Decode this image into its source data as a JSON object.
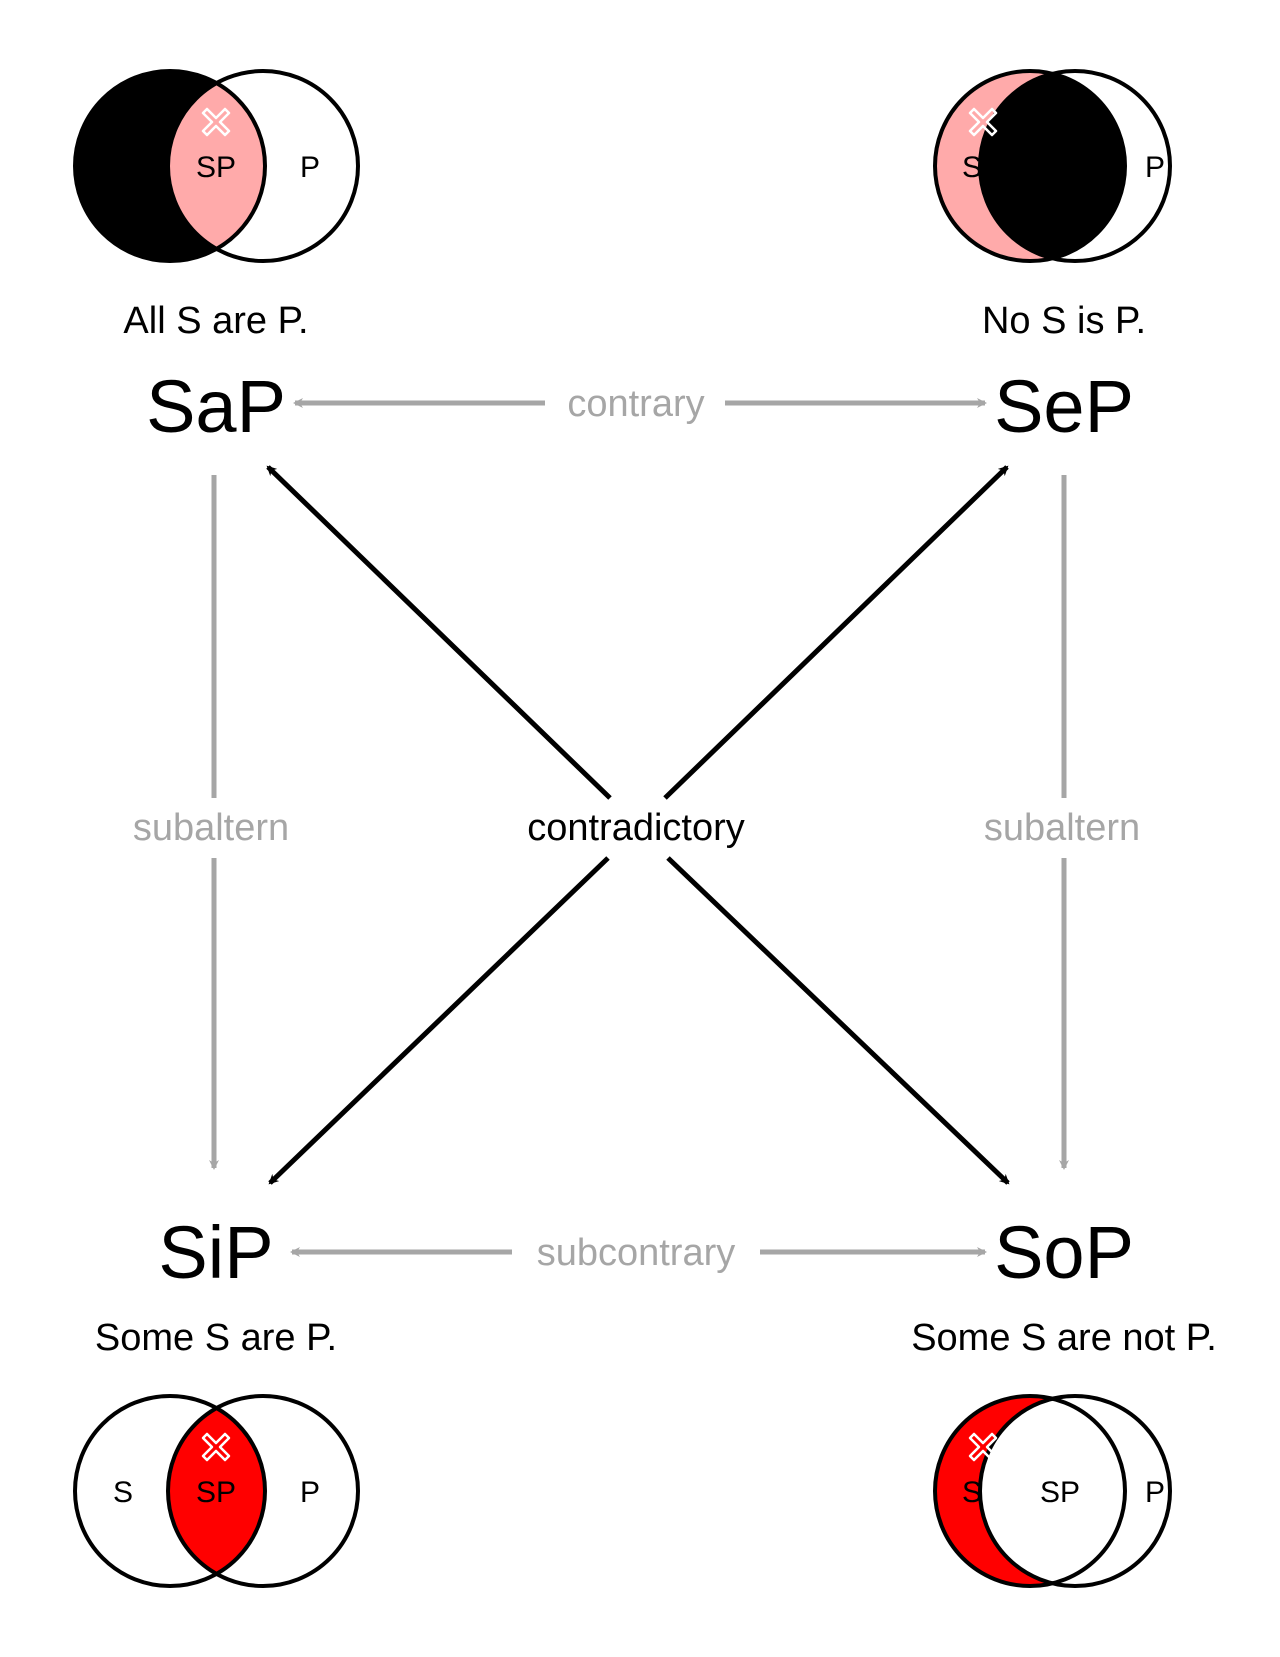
{
  "colors": {
    "pale_red": "#ffaaaa",
    "red": "#ff0000",
    "black": "#000000",
    "gray": "#a6a6a6",
    "white": "#ffffff"
  },
  "corners": {
    "sap": {
      "symbol": "SaP",
      "sentence": "All S are P.",
      "diagram": {
        "left_label": "",
        "middle_label": "SP",
        "right_label": "P"
      }
    },
    "sep": {
      "symbol": "SeP",
      "sentence": "No S is P.",
      "diagram": {
        "left_label": "S",
        "middle_label": "",
        "right_label": "P"
      }
    },
    "sip": {
      "symbol": "SiP",
      "sentence": "Some S are P.",
      "diagram": {
        "left_label": "S",
        "middle_label": "SP",
        "right_label": "P"
      }
    },
    "sop": {
      "symbol": "SoP",
      "sentence": "Some S are not P.",
      "diagram": {
        "left_label": "S",
        "middle_label": "SP",
        "right_label": "P"
      }
    }
  },
  "relations": {
    "contrary": "contrary",
    "subcontrary": "subcontrary",
    "subaltern_left": "subaltern",
    "subaltern_right": "subaltern",
    "contradictory": "contradictory"
  },
  "icons": {
    "existence_marker": "cross-outline-icon"
  }
}
